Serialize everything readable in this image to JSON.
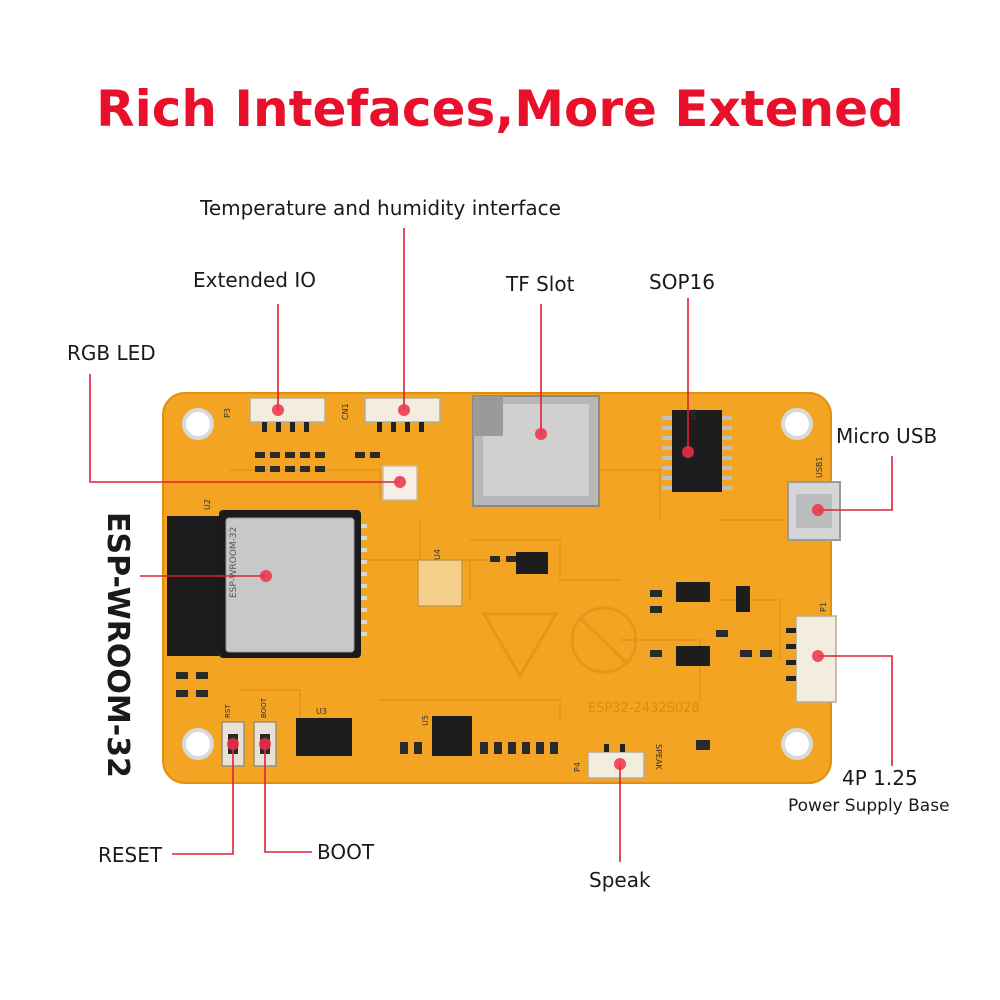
{
  "title": "Rich Intefaces,More Extened",
  "colors": {
    "title": "#e8102a",
    "pcb": "#f4a423",
    "pcb_edge": "#e08f12",
    "callout": "#e0203a",
    "dot": "#f0304a"
  },
  "labels": {
    "temp_humidity": "Temperature and humidity interface",
    "extended_io": "Extended IO",
    "tf_slot": "TF Slot",
    "sop16": "SOP16",
    "rgb_led": "RGB LED",
    "micro_usb": "Micro USB",
    "esp_module": "ESP-WROOM-32",
    "power_supply_title": "4P 1.25",
    "power_supply_sub": "Power Supply Base",
    "reset": "RESET",
    "boot": "BOOT",
    "speak": "Speak"
  },
  "silkscreen": {
    "board_version": "ESP32-2432S028",
    "module_model": "ESP-WROOM-32",
    "p3": "P3",
    "cn1": "CN1",
    "u2": "U2",
    "u3": "U3",
    "u4": "U4",
    "u5": "U5",
    "u6": "U6",
    "usb1": "USB1",
    "p1": "P1",
    "p4": "P4",
    "speak": "SPEAK",
    "rst": "RST",
    "boot": "BOOT"
  }
}
